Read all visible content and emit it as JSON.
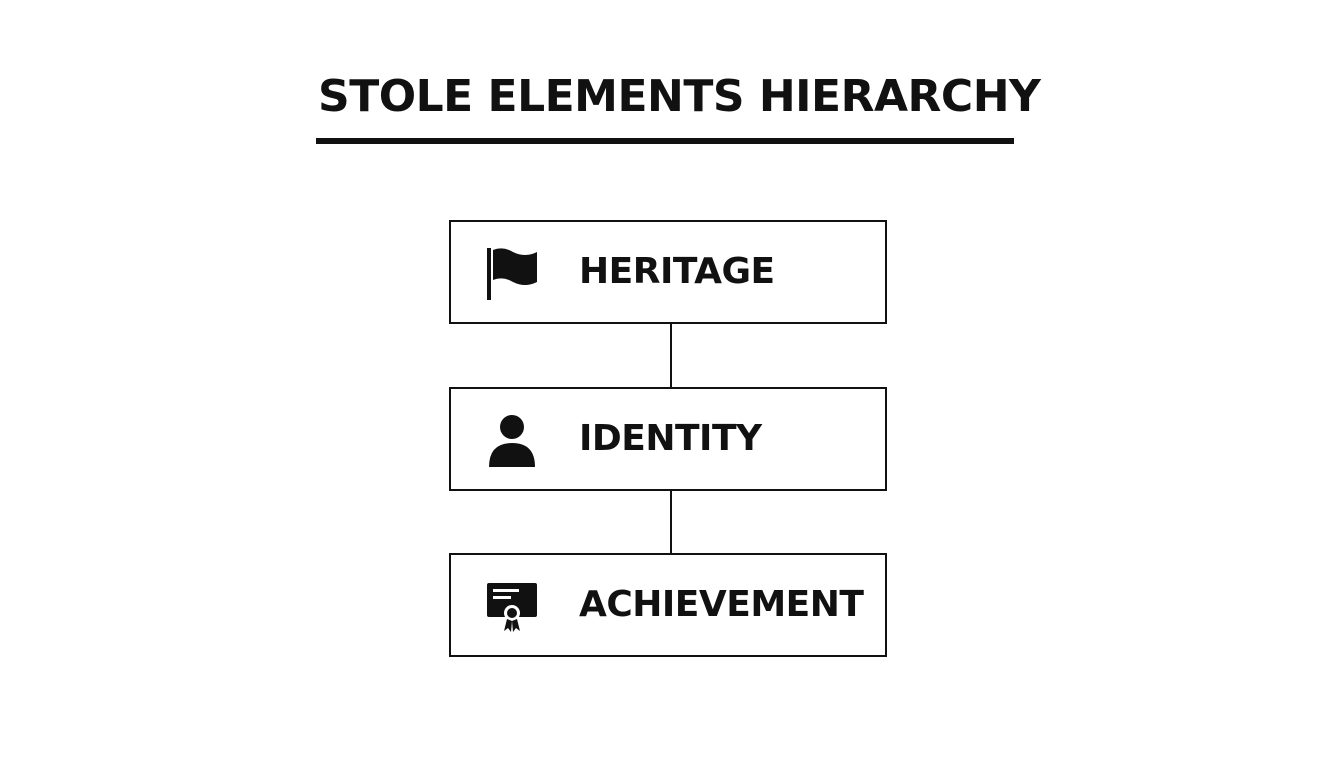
{
  "title": "STOLE ELEMENTS HIERARCHY",
  "colors": {
    "stroke": "#111111",
    "background": "#ffffff"
  },
  "nodes": [
    {
      "label": "HERITAGE",
      "icon": "flag-icon"
    },
    {
      "label": "IDENTITY",
      "icon": "person-icon"
    },
    {
      "label": "ACHIEVEMENT",
      "icon": "certificate-icon"
    }
  ]
}
